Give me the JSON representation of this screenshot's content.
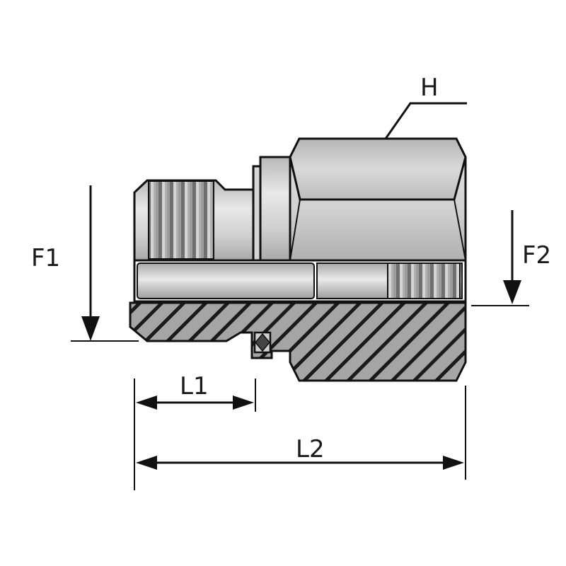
{
  "labels": {
    "hex": "H",
    "thread_male": "F1",
    "thread_female": "F2",
    "length_short": "L1",
    "length_total": "L2"
  },
  "colors": {
    "outline": "#111111",
    "metal_light": "#e6e6e6",
    "metal_mid": "#c4c4c4",
    "metal_dark": "#8c8c8c",
    "hatch_fill": "#9a9a9a",
    "background": "#ffffff"
  }
}
